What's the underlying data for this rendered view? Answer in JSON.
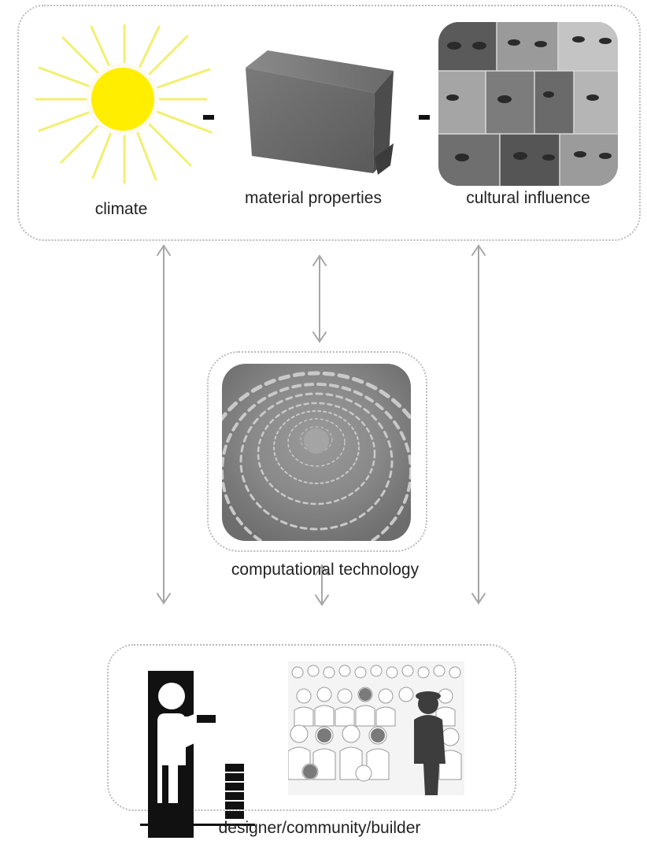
{
  "factors": {
    "climate": "climate",
    "material": "material properties",
    "culture": "cultural influence"
  },
  "technology": "computational technology",
  "actors": "designer/community/builder",
  "colors": {
    "sun": "#ffee00",
    "sun_rays": "#f2ef70",
    "brick": "#6e6e6e",
    "arrow": "#a6a6a6",
    "box_border": "#b9b9b9",
    "silhouette": "#111111"
  }
}
